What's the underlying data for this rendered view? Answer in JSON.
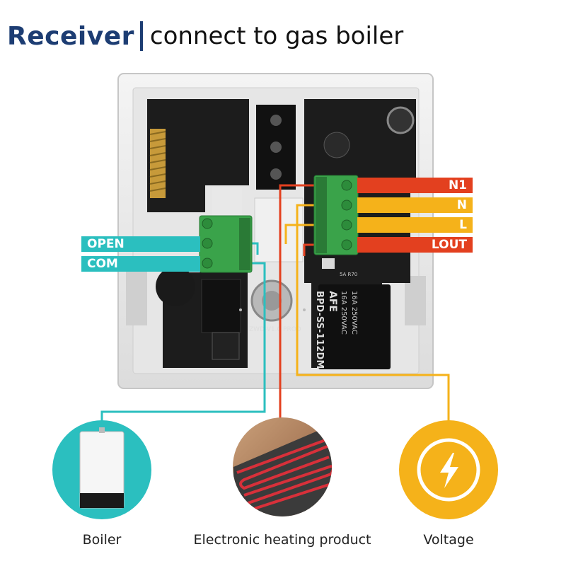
{
  "title": {
    "main": "Receiver",
    "sub": "connect to gas boiler"
  },
  "left_terminals": [
    {
      "label": "OPEN",
      "color": "#2bbfbf"
    },
    {
      "label": "COM",
      "color": "#2bbfbf"
    }
  ],
  "right_terminals": [
    {
      "label": "N1",
      "color": "#e3401f"
    },
    {
      "label": "N",
      "color": "#f5b21a"
    },
    {
      "label": "L",
      "color": "#f5b21a"
    },
    {
      "label": "LOUT",
      "color": "#e3401f"
    }
  ],
  "board": {
    "relay_brand": "AFE",
    "relay_model": "BPD-SS-112DM",
    "relay_rating_1": "16A 250VAC",
    "relay_rating_2": "16A 250VAC",
    "pcb_text": "ZWD-V1.0 PROD",
    "pcb_code": "5A R70"
  },
  "devices": [
    {
      "caption": "Boiler",
      "icon": "boiler-icon",
      "color": "#2bbfbf"
    },
    {
      "caption": "Electronic heating product",
      "icon": "floor-heating-icon",
      "color": "#e3401f"
    },
    {
      "caption": "Voltage",
      "icon": "lightning-icon",
      "color": "#f5b21a"
    }
  ]
}
